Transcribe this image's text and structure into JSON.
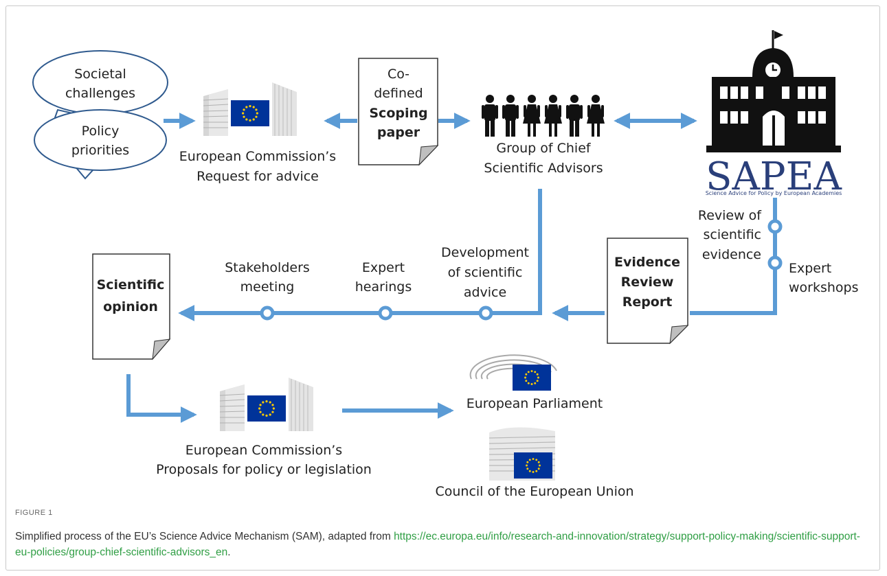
{
  "nodes": {
    "societal_1": "Societal",
    "societal_2": "challenges",
    "policy_1": "Policy",
    "policy_2": "priorities",
    "ec_request_1": "European Commission’s",
    "ec_request_2": "Request for advice",
    "scoping_1": "Co-",
    "scoping_2": "defined",
    "scoping_3": "Scoping",
    "scoping_4": "paper",
    "gcsa_1": "Group of Chief",
    "gcsa_2": "Scientific Advisors",
    "sapea_logo": "SAPEA",
    "sapea_sub": "Science Advice for Policy by European Academies",
    "review_1": "Review of",
    "review_2": "scientific",
    "review_3": "evidence",
    "workshops_1": "Expert",
    "workshops_2": "workshops",
    "err_1": "Evidence",
    "err_2": "Review",
    "err_3": "Report",
    "dev_1": "Development",
    "dev_2": "of scientific",
    "dev_3": "advice",
    "hearings_1": "Expert",
    "hearings_2": "hearings",
    "stake_1": "Stakeholders",
    "stake_2": "meeting",
    "opinion_1": "Scientific",
    "opinion_2": "opinion",
    "ec_prop_1": "European Commission’s",
    "ec_prop_2": "Proposals for policy or legislation",
    "parliament": "European Parliament",
    "council": "Council of the European Union"
  },
  "colors": {
    "arrow": "#5b9bd5",
    "eu_blue": "#003399",
    "eu_star": "#ffcc00",
    "sapea": "#2a3f7a",
    "caption_link": "#2f9e44"
  },
  "caption": {
    "label": "FIGURE 1",
    "text": "Simplified process of the EU’s Science Advice Mechanism (SAM), adapted from ",
    "link": "https://ec.europa.eu/info/research-and-innovation/strategy/support-policy-making/scientific-support-eu-policies/group-chief-scientific-advisors_en",
    "end": "."
  }
}
